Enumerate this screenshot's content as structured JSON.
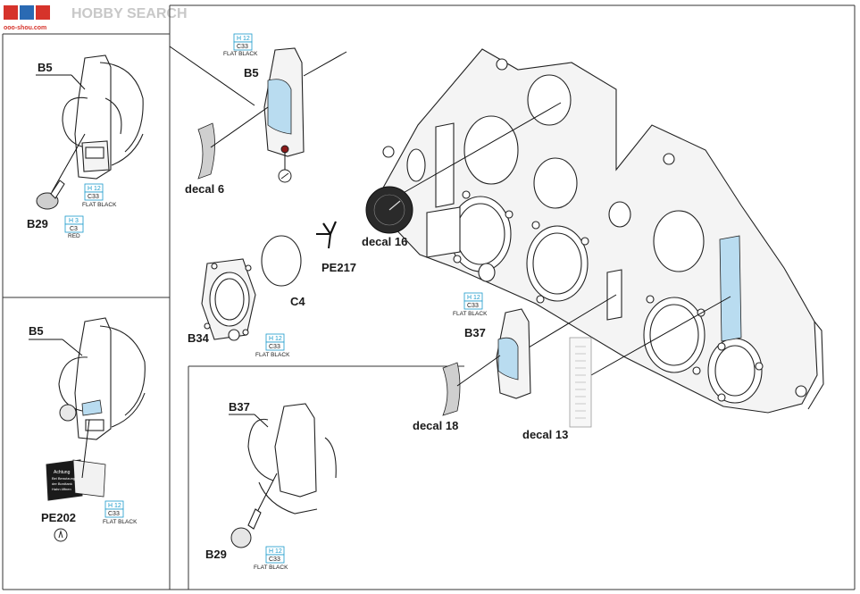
{
  "watermark": {
    "brand": "HOBBY SEARCH",
    "site": "ooo-shou.com"
  },
  "labels": {
    "b5_top_left": "B5",
    "b29_top_left": "B29",
    "b5_bottom_left": "B5",
    "pe202": "PE202",
    "b5_center": "B5",
    "decal6": "decal 6",
    "decal16": "decal 16",
    "pe217": "PE217",
    "c4": "C4",
    "b34": "B34",
    "b37_panel": "B37",
    "decal18": "decal 18",
    "decal13": "decal 13",
    "b37_inset": "B37",
    "b29_inset": "B29"
  },
  "paint": {
    "h12": "H 12",
    "c33": "C33",
    "flat_black": "FLAT BLACK",
    "h3": "H 3",
    "c3": "C3",
    "red": "RED"
  },
  "placard": {
    "line1": "Achtung",
    "line2": "Bei Benutzung",
    "line3": "der Bordtank",
    "line4": "Hahn öffnen"
  },
  "colors": {
    "paint_code": "#1a9acb",
    "decal_blue": "#b9dcf0",
    "line": "#222222"
  }
}
